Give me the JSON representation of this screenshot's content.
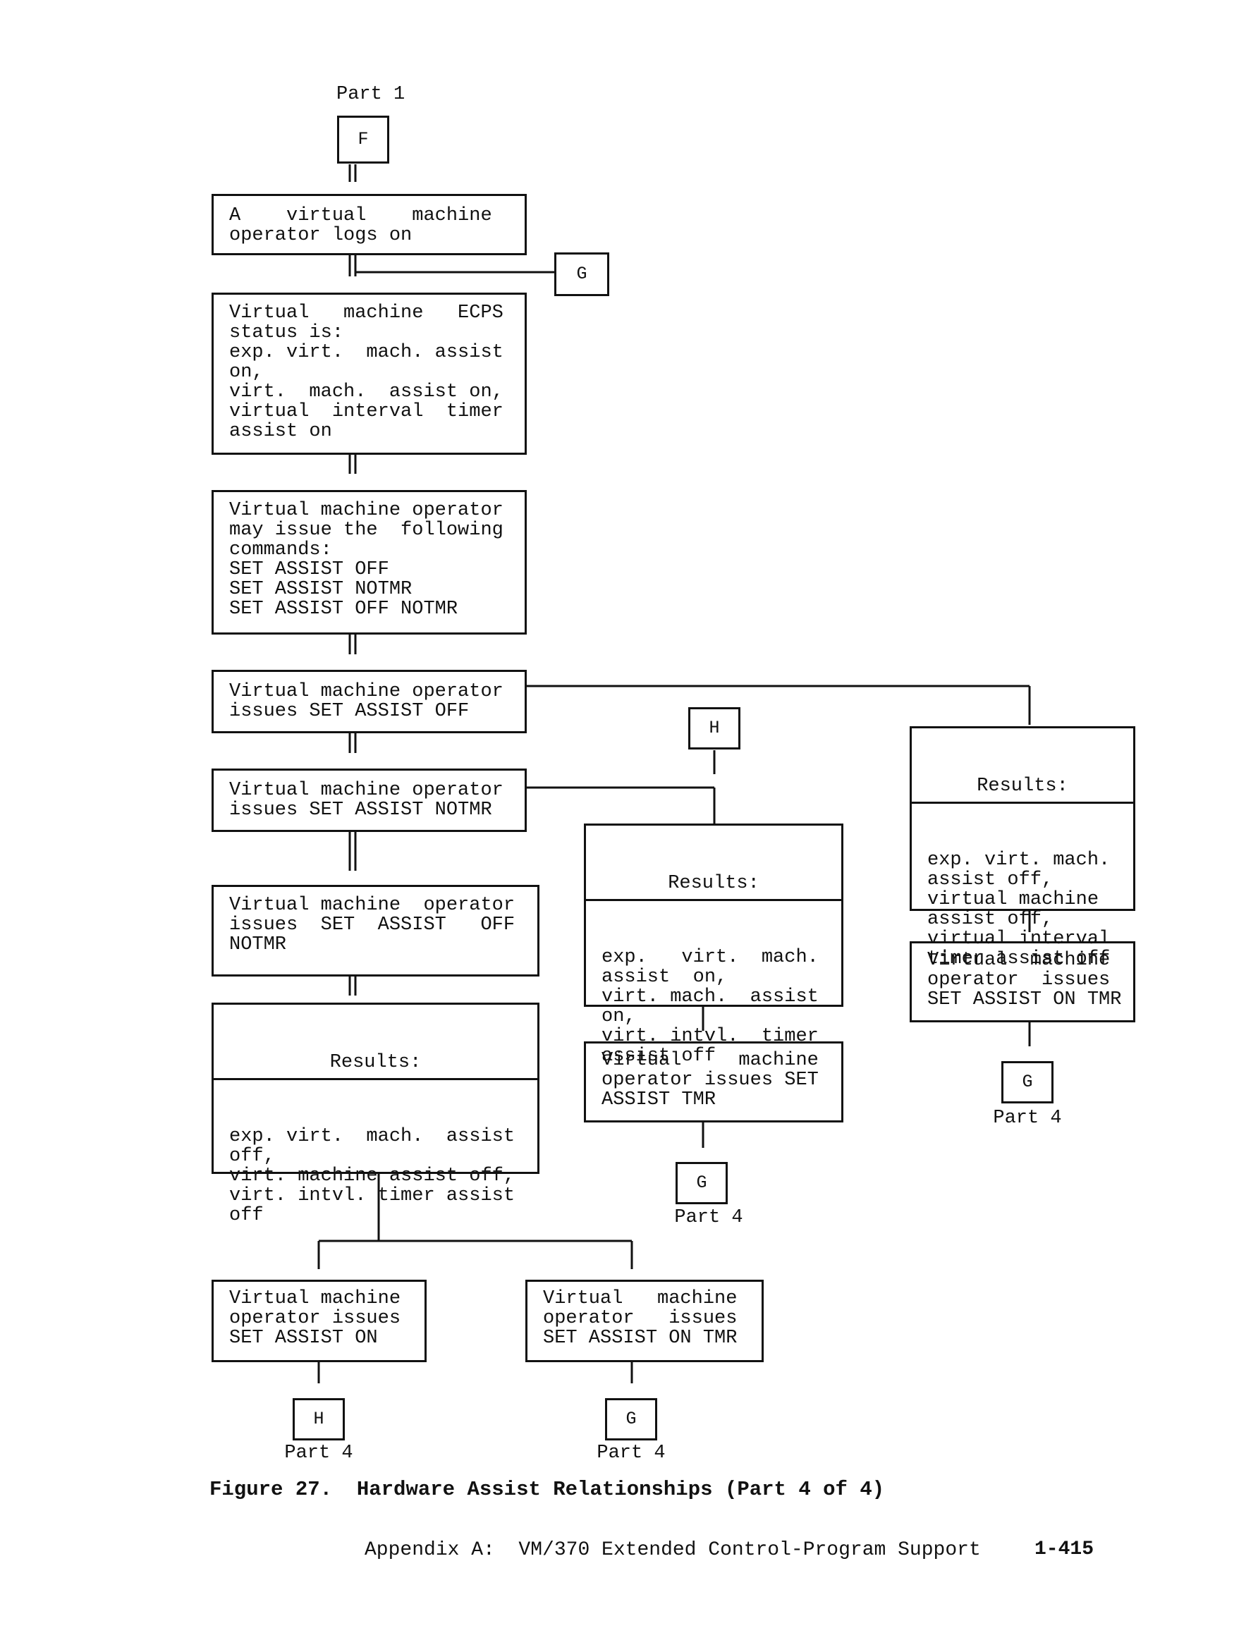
{
  "nodes": {
    "part1_label": "Part 1",
    "conn_f": "F",
    "box_logs_on": "A    virtual    machine\noperator logs on",
    "conn_g_top": "G",
    "box_ecps_status": "Virtual   machine   ECPS\nstatus is:\nexp. virt.  mach. assist\non,\nvirt.  mach.  assist on,\nvirtual  interval  timer\nassist on",
    "box_may_issue": "Virtual machine operator\nmay issue the  following\ncommands:\nSET ASSIST OFF\nSET ASSIST NOTMR\nSET ASSIST OFF NOTMR",
    "box_issues_off": "Virtual machine operator\nissues SET ASSIST OFF",
    "box_issues_notmr": "Virtual machine operator\nissues SET ASSIST NOTMR",
    "box_issues_off_notmr": "Virtual machine  operator\nissues  SET  ASSIST   OFF\nNOTMR",
    "results_left_head": "Results:",
    "results_left_body": "exp. virt.  mach.  assist\noff,\nvirt. machine assist off,\nvirt. intvl. timer assist\noff",
    "conn_h_mid": "H",
    "results_mid_head": "Results:",
    "results_mid_body": "exp.   virt.  mach.\nassist  on,\nvirt. mach.  assist\non,\nvirt. intvl.  timer\nassist off",
    "box_set_tmr_mid": "Virtual     machine\noperator issues SET\nASSIST TMR",
    "conn_g_mid": "G",
    "part4_mid": "Part 4",
    "results_right_head": "Results:",
    "results_right_body": "exp. virt. mach.\nassist off,\nvirtual machine\nassist off,\nvirtual interval\ntimer assist off",
    "box_set_on_tmr_right": "Virtual  machine\noperator  issues\nSET ASSIST ON TMR",
    "conn_g_right": "G",
    "part4_right": "Part 4",
    "box_set_on": "Virtual machine\noperator issues\nSET ASSIST ON",
    "box_set_on_tmr_bottom": "Virtual   machine\noperator   issues\nSET ASSIST ON TMR",
    "conn_h_bottom": "H",
    "part4_bottom_left": "Part 4",
    "conn_g_bottom": "G",
    "part4_bottom_right": "Part 4"
  },
  "caption": "Figure 27.  Hardware Assist Relationships (Part 4 of 4)",
  "footer": {
    "text": "Appendix A:  VM/370 Extended Control-Program Support",
    "page": "1-415"
  }
}
